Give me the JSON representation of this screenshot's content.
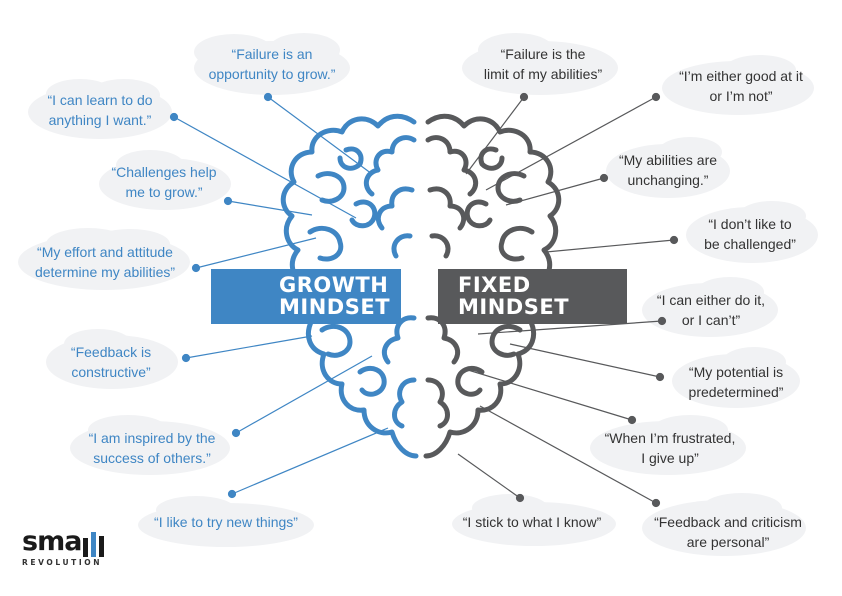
{
  "growth": {
    "title_line1": "GROWTH",
    "title_line2": "MINDSET",
    "color": "#3f86c4",
    "quotes": [
      {
        "line1": "“Failure is an",
        "line2": "opportunity to grow.”"
      },
      {
        "line1": "“I can learn to do",
        "line2": "anything I want.”"
      },
      {
        "line1": "“Challenges help",
        "line2": "me to grow.”"
      },
      {
        "line1": "“My effort and attitude",
        "line2": "determine my abilities”"
      },
      {
        "line1": "“Feedback is",
        "line2": "constructive”"
      },
      {
        "line1": "“I am inspired by the",
        "line2": "success of others.”"
      },
      {
        "line1": "“I like to try new things”",
        "line2": ""
      }
    ]
  },
  "fixed": {
    "title_line1": "FIXED",
    "title_line2": "MINDSET",
    "color": "#58595b",
    "quotes": [
      {
        "line1": "“Failure is the",
        "line2": "limit of my abilities”"
      },
      {
        "line1": "“I’m either good at it",
        "line2": "or I’m not”"
      },
      {
        "line1": "“My abilities are",
        "line2": "unchanging.”"
      },
      {
        "line1": "“I don’t like to",
        "line2": "be challenged”"
      },
      {
        "line1": "“I can either do it,",
        "line2": "or I can’t”"
      },
      {
        "line1": "“My potential is",
        "line2": "predetermined”"
      },
      {
        "line1": "“When I’m frustrated,",
        "line2": "I give up”"
      },
      {
        "line1": "“I stick to what I know”",
        "line2": ""
      },
      {
        "line1": "“Feedback and criticism",
        "line2": "are personal”"
      }
    ]
  },
  "logo": {
    "word": "sma",
    "sub": "REVOLUTION",
    "accent": "#3f86c4"
  }
}
